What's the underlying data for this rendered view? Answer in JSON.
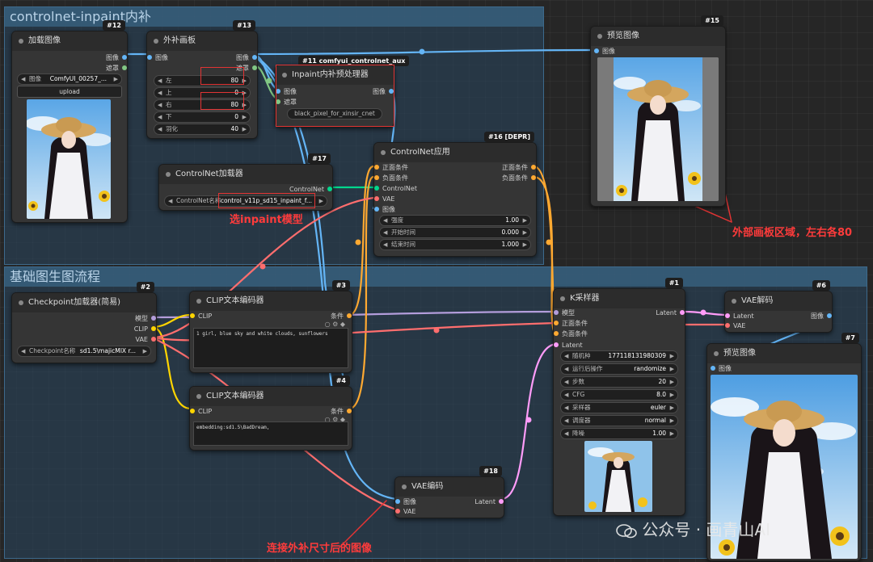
{
  "groups": {
    "controlnet": "controlnet-inpaint内补",
    "base": "基础图生图流程"
  },
  "nodes": {
    "load_image": {
      "id": "#12",
      "title": "加载图像",
      "out_image": "图像",
      "out_mask": "遮罩",
      "image_label": "图像",
      "image_value": "ComfyUI_00257_...",
      "upload": "upload"
    },
    "outpaint": {
      "id": "#13",
      "title": "外补画板",
      "in_image": "图像",
      "out_image": "图像",
      "out_mask": "遮罩",
      "w_left_l": "左",
      "w_left_v": "80",
      "w_top_l": "上",
      "w_top_v": "0",
      "w_right_l": "右",
      "w_right_v": "80",
      "w_bottom_l": "下",
      "w_bottom_v": "0",
      "w_feather_l": "羽化",
      "w_feather_v": "40"
    },
    "aux": {
      "id": "#11 comfyui_controlnet_aux",
      "title": "Inpaint内补预处理器",
      "in_image": "图像",
      "in_mask": "遮罩",
      "out_image": "图像",
      "preset": "black_pixel_for_xinsir_cnet"
    },
    "preview15": {
      "id": "#15",
      "title": "预览图像",
      "in_image": "图像"
    },
    "cn_loader": {
      "id": "#17",
      "title": "ControlNet加载器",
      "out": "ControlNet",
      "name_l": "ControlNet名称",
      "name_v": "control_v11p_sd15_inpaint_f..."
    },
    "cn_apply": {
      "id": "#16 [DEPR]",
      "title": "ControlNet应用",
      "in_pos": "正面条件",
      "in_neg": "负面条件",
      "in_cn": "ControlNet",
      "in_vae": "VAE",
      "in_img": "图像",
      "out_pos": "正面条件",
      "out_neg": "负面条件",
      "w_strength_l": "强度",
      "w_strength_v": "1.00",
      "w_start_l": "开始时间",
      "w_start_v": "0.000",
      "w_end_l": "结束时间",
      "w_end_v": "1.000"
    },
    "ckpt": {
      "id": "#2",
      "title": "Checkpoint加载器(简易)",
      "out_model": "模型",
      "out_clip": "CLIP",
      "out_vae": "VAE",
      "name_l": "Checkpoint名称",
      "name_v": "sd1.5\\majicMIX r..."
    },
    "clip3": {
      "id": "#3",
      "title": "CLIP文本编码器",
      "in_clip": "CLIP",
      "out": "条件",
      "text": "1 girl, blue sky and white clouds, sunflowers"
    },
    "clip4": {
      "id": "#4",
      "title": "CLIP文本编码器",
      "in_clip": "CLIP",
      "out": "条件",
      "text": "embedding:sd1.5\\BadDream,"
    },
    "ksampler": {
      "id": "#1",
      "title": "K采样器",
      "in_model": "模型",
      "in_pos": "正面条件",
      "in_neg": "负面条件",
      "in_latent": "Latent",
      "out": "Latent",
      "w_seed_l": "随机种",
      "w_seed_v": "177118131980309",
      "w_after_l": "运行后操作",
      "w_after_v": "randomize",
      "w_steps_l": "步数",
      "w_steps_v": "20",
      "w_cfg_l": "CFG",
      "w_cfg_v": "8.0",
      "w_sampler_l": "采样器",
      "w_sampler_v": "euler",
      "w_sched_l": "调度器",
      "w_sched_v": "normal",
      "w_denoise_l": "降噪",
      "w_denoise_v": "1.00"
    },
    "vae_decode": {
      "id": "#6",
      "title": "VAE解码",
      "in_latent": "Latent",
      "in_vae": "VAE",
      "out": "图像"
    },
    "preview7": {
      "id": "#7",
      "title": "预览图像",
      "in_image": "图像"
    },
    "vae_encode": {
      "id": "#18",
      "title": "VAE编码",
      "in_image": "图像",
      "in_vae": "VAE",
      "out": "Latent"
    }
  },
  "annotations": {
    "select_inpaint": "选inpaint模型",
    "outer_canvas": "外部画板区域，左右各80",
    "connect_image": "连接外补尺寸后的图像"
  },
  "watermark": "公众号 · 画青山AI",
  "colors": {
    "image": "#64b5f6",
    "mask": "#81c784",
    "clip": "#ffd500",
    "vae": "#ff6e6e",
    "conditioning": "#ffa931",
    "model": "#b39ddb",
    "latent": "#ff9cf9",
    "controlnet": "#00d78d"
  }
}
